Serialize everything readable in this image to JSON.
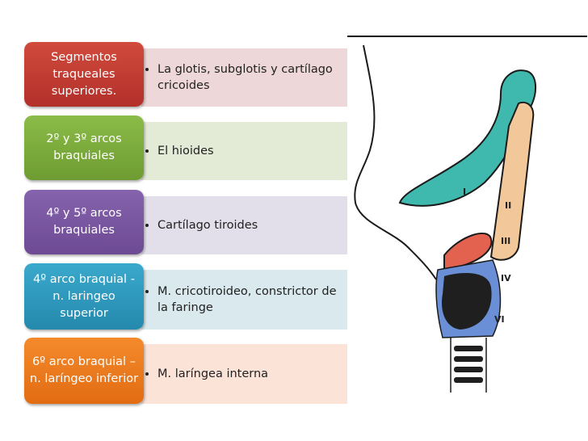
{
  "rows": [
    {
      "label": "Segmentos traqueales superiores.",
      "item": "La glotis, subglotis y cartílago cricoides",
      "tile_color": "#c0392b",
      "panel_color": "#eed7d8"
    },
    {
      "label": "2º y 3º arcos braquiales",
      "item": "El hioides",
      "tile_color": "#7cab3c",
      "panel_color": "#e3ead6"
    },
    {
      "label": "4º y 5º arcos braquiales",
      "item": "Cartílago tiroides",
      "tile_color": "#7a55a0",
      "panel_color": "#e2dfea"
    },
    {
      "label": "4º arco braquial - n. laringeo superior",
      "item": "M. cricotiroideo, constrictor de la faringe",
      "tile_color": "#2e9cc1",
      "panel_color": "#d9e9ee"
    },
    {
      "label": "6º arco braquial – n. laríngeo inferior",
      "item": "M. laríngea interna",
      "tile_color": "#ef7b1f",
      "panel_color": "#fbe3d8"
    }
  ],
  "figure": {
    "labels": [
      "I",
      "II",
      "III",
      "IV",
      "VI"
    ],
    "colors": {
      "arch1": "#3fb9ad",
      "arch2": "#f2c79a",
      "arch3": "#e2614f",
      "arch4": "#6a8fd6",
      "outline": "#1b1b1b"
    }
  }
}
